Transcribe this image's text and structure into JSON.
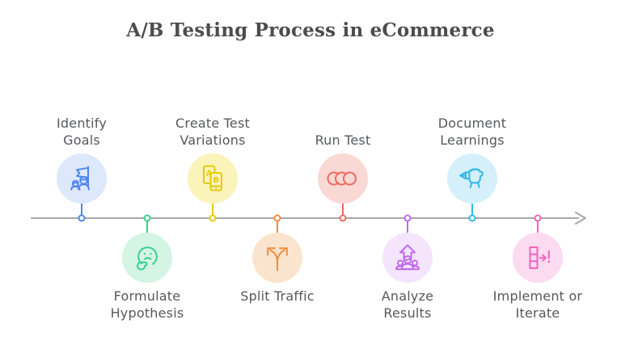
{
  "title": "A/B Testing Process in eCommerce",
  "colors": {
    "title_text": "#4c4c4c",
    "label_text": "#57585a",
    "timeline": "#a8a8a8"
  },
  "timeline": {
    "direction": "left-to-right",
    "marker_style": "hollow-dot"
  },
  "steps": [
    {
      "label": "Identify Goals",
      "lines": [
        "Identify",
        "Goals"
      ],
      "side": "above",
      "icon": "goal-flag-icon",
      "accent": "#4f86ec",
      "fill": "#dde8fb"
    },
    {
      "label": "Formulate Hypothesis",
      "lines": [
        "Formulate",
        "Hypothesis"
      ],
      "side": "below",
      "icon": "thinking-face-icon",
      "accent": "#36d28d",
      "fill": "#d4f4e4"
    },
    {
      "label": "Create Test Variations",
      "lines": [
        "Create Test",
        "Variations"
      ],
      "side": "above",
      "icon": "ab-phones-icon",
      "accent": "#e4ca08",
      "fill": "#faf3ba"
    },
    {
      "label": "Split Traffic",
      "lines": [
        "Split Traffic"
      ],
      "side": "below",
      "icon": "split-arrows-icon",
      "accent": "#ee8d3e",
      "fill": "#fbe4cd"
    },
    {
      "label": "Run Test",
      "lines": [
        "Run Test"
      ],
      "side": "above",
      "icon": "test-cycles-icon",
      "accent": "#ee6a5e",
      "fill": "#fad8d4"
    },
    {
      "label": "Analyze Results",
      "lines": [
        "Analyze",
        "Results"
      ],
      "side": "below",
      "icon": "growth-people-icon",
      "accent": "#bf6ceb",
      "fill": "#f4e4fc"
    },
    {
      "label": "Document Learnings",
      "lines": [
        "Document",
        "Learnings"
      ],
      "side": "above",
      "icon": "pen-hand-icon",
      "accent": "#2fb9e9",
      "fill": "#d5f0fa"
    },
    {
      "label": "Implement or Iterate",
      "lines": [
        "Implement or",
        "Iterate"
      ],
      "side": "below",
      "icon": "implement-arrow-icon",
      "accent": "#f164bb",
      "fill": "#fbdbf0"
    }
  ]
}
